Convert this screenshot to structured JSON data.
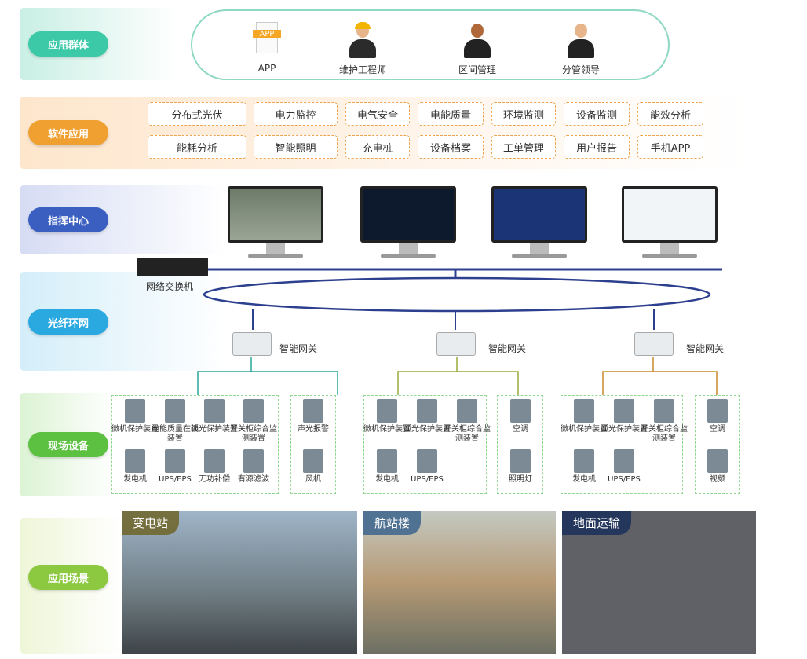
{
  "layers": {
    "users": "应用群体",
    "software": "软件应用",
    "command": "指挥中心",
    "fiber": "光纤环网",
    "field": "现场设备",
    "scenes": "应用场景"
  },
  "users": [
    {
      "label": "APP",
      "icon": "app-icon"
    },
    {
      "label": "维护工程师",
      "icon": "engineer-icon"
    },
    {
      "label": "区间管理",
      "icon": "manager-icon"
    },
    {
      "label": "分管领导",
      "icon": "leader-icon"
    }
  ],
  "app_badge": "APP",
  "software": [
    "分布式光伏",
    "电力监控",
    "电气安全",
    "电能质量",
    "环境监测",
    "设备监测",
    "能效分析",
    "能耗分析",
    "智能照明",
    "充电桩",
    "设备档案",
    "工单管理",
    "用户报告",
    "手机APP"
  ],
  "switch_label": "网络交换机",
  "gateway_label": "智能网关",
  "groups": [
    {
      "main": [
        "微机保护装置",
        "电能质量在线装置",
        "弧光保护装置",
        "开关柜综合监测装置",
        "发电机",
        "UPS/EPS",
        "无功补偿",
        "有源滤波"
      ],
      "aux": [
        "声光报警",
        "风机"
      ]
    },
    {
      "main": [
        "微机保护装置",
        "弧光保护装置",
        "开关柜综合监测装置",
        "发电机",
        "UPS/EPS"
      ],
      "aux": [
        "空调",
        "照明灯"
      ]
    },
    {
      "main": [
        "微机保护装置",
        "弧光保护装置",
        "开关柜综合监测装置",
        "发电机",
        "UPS/EPS"
      ],
      "aux": [
        "空调",
        "视频"
      ]
    }
  ],
  "scenes": [
    "变电站",
    "航站楼",
    "地面运输"
  ],
  "colors": {
    "teal": "#3cc9a8",
    "orange": "#f0a030",
    "blue": "#3a5fc0",
    "sky": "#29a9e0",
    "green": "#5cc040",
    "lime": "#8cc840"
  }
}
